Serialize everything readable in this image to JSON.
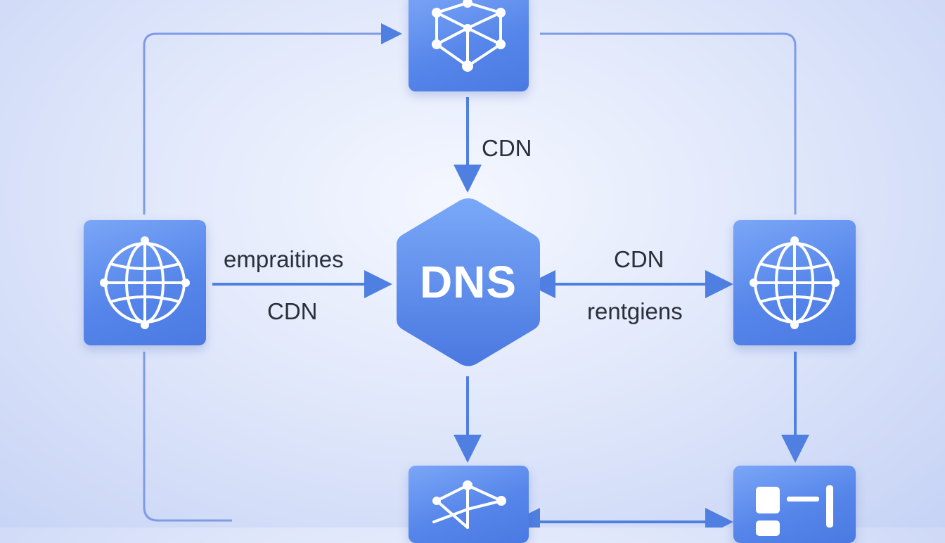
{
  "colors": {
    "node_fill": "#5686ea",
    "connector": "#4f7fe0",
    "outer_loop": "#8ea8ec",
    "label_text": "#2b2f3a",
    "center_text": "#ffffff"
  },
  "center": {
    "label": "DNS",
    "shape": "hexagon"
  },
  "nodes": {
    "top": {
      "icon": "network-graph-icon"
    },
    "left": {
      "icon": "globe-icon"
    },
    "right": {
      "icon": "globe-icon"
    },
    "bottom_left": {
      "icon": "branching-graph-icon"
    },
    "bottom_right": {
      "icon": "server-rack-icon"
    }
  },
  "labels": {
    "top_edge": "CDN",
    "left_edge_above": "empraitines",
    "left_edge_below": "CDN",
    "right_edge_above": "CDN",
    "right_edge_below": "rentgiens"
  }
}
